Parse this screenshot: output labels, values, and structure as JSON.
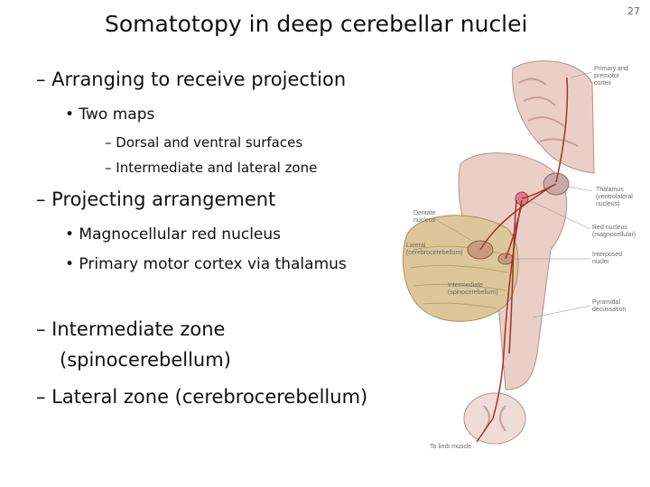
{
  "slide": {
    "title": "Somatotopy in deep cerebellar nuclei",
    "page_number": "27"
  },
  "bullets": {
    "b1": "– Arranging to receive projection",
    "b1_1": "• Two maps",
    "b1_1_1": "– Dorsal and ventral surfaces",
    "b1_1_2": "– Intermediate and lateral zone",
    "b2": "– Projecting arrangement",
    "b2_1": "• Magnocellular red nucleus",
    "b2_2": "• Primary motor cortex via thalamus",
    "b3_line1": "– Intermediate zone",
    "b3_line2": "(spinocerebellum)",
    "b4": "– Lateral zone (cerebrocerebellum)"
  },
  "figure_labels": {
    "cortex_1": "Primary and",
    "cortex_2": "premotor",
    "cortex_3": "cortex",
    "thalamus_1": "Thalamus",
    "thalamus_2": "(ventrolateral",
    "thalamus_3": "nucleus)",
    "dentate_1": "Dentate",
    "dentate_2": "nucleus",
    "red_1": "Red nucleus",
    "red_2": "(magnocellular)",
    "lateral_1": "Lateral",
    "lateral_2": "(cerebrocerebellum)",
    "interposed_1": "Interposed",
    "interposed_2": "nuclei",
    "intermediate_1": "Intermediate",
    "intermediate_2": "(spinocerebellum)",
    "pyramidal_1": "Pyramidal",
    "pyramidal_2": "decussation",
    "limb": "To limb muscle"
  },
  "colors": {
    "pathway": "#a0342a",
    "brain_tissue": "#e9cfc6",
    "cerebellum": "#dcc79a",
    "spinal_cord": "#efdcd6"
  }
}
